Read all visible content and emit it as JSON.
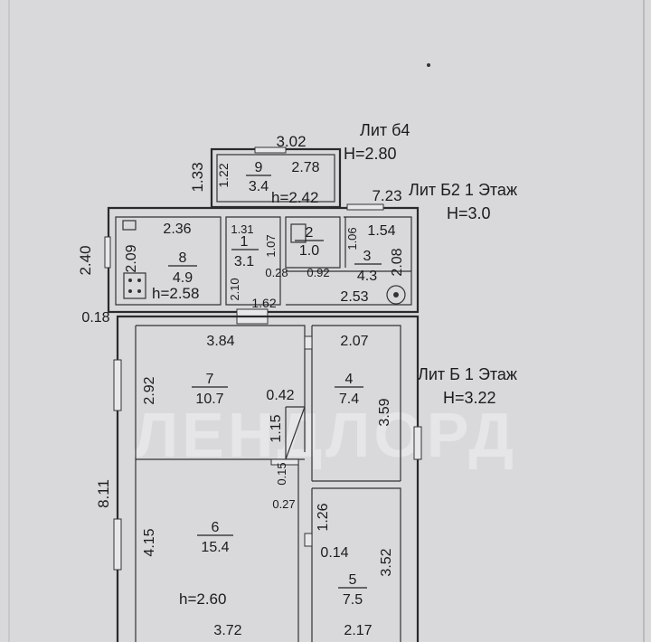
{
  "watermark": "ЛЕНДЛОРД",
  "sections": {
    "lit_b4": {
      "name": "Лит б4",
      "height": "H=2.80"
    },
    "lit_b2": {
      "name": "Лит Б2  1 Этаж",
      "height": "H=3.0"
    },
    "lit_b": {
      "name": "Лит Б  1 Этаж",
      "height": "H=3.22"
    }
  },
  "rooms": [
    {
      "id": "9",
      "number": "9",
      "area": "3.4",
      "height": "h=2.42"
    },
    {
      "id": "8",
      "number": "8",
      "area": "4.9",
      "height": "h=2.58"
    },
    {
      "id": "1",
      "number": "1",
      "area": "3.1"
    },
    {
      "id": "2",
      "number": "2",
      "area": "1.0"
    },
    {
      "id": "3",
      "number": "3",
      "area": "4.3"
    },
    {
      "id": "7",
      "number": "7",
      "area": "10.7"
    },
    {
      "id": "4",
      "number": "4",
      "area": "7.4"
    },
    {
      "id": "6",
      "number": "6",
      "area": "15.4",
      "height": "h=2.60"
    },
    {
      "id": "5",
      "number": "5",
      "area": "7.5"
    }
  ],
  "dimensions": {
    "d_3_02": "3.02",
    "d_1_33": "1.33",
    "d_1_22": "1.22",
    "d_2_78": "2.78",
    "d_7_23": "7.23",
    "d_2_36": "2.36",
    "d_2_40": "2.40",
    "d_2_09": "2.09",
    "d_1_31": "1.31",
    "d_1_07": "1.07",
    "d_1_06": "1.06",
    "d_1_54": "1.54",
    "d_2_08": "2.08",
    "d_0_28": "0.28",
    "d_0_92": "0.92",
    "d_2_10": "2.10",
    "d_2_53": "2.53",
    "d_1_62": "1.62",
    "d_0_18": "0.18",
    "d_3_84": "3.84",
    "d_2_07": "2.07",
    "d_2_92": "2.92",
    "d_0_42": "0.42",
    "d_3_59": "3.59",
    "d_1_15": "1.15",
    "d_8_11": "8.11",
    "d_0_15": "0.15",
    "d_0_27": "0.27",
    "d_1_26": "1.26",
    "d_4_15": "4.15",
    "d_0_14": "0.14",
    "d_3_52": "3.52",
    "d_3_72": "3.72",
    "d_2_17": "2.17"
  }
}
